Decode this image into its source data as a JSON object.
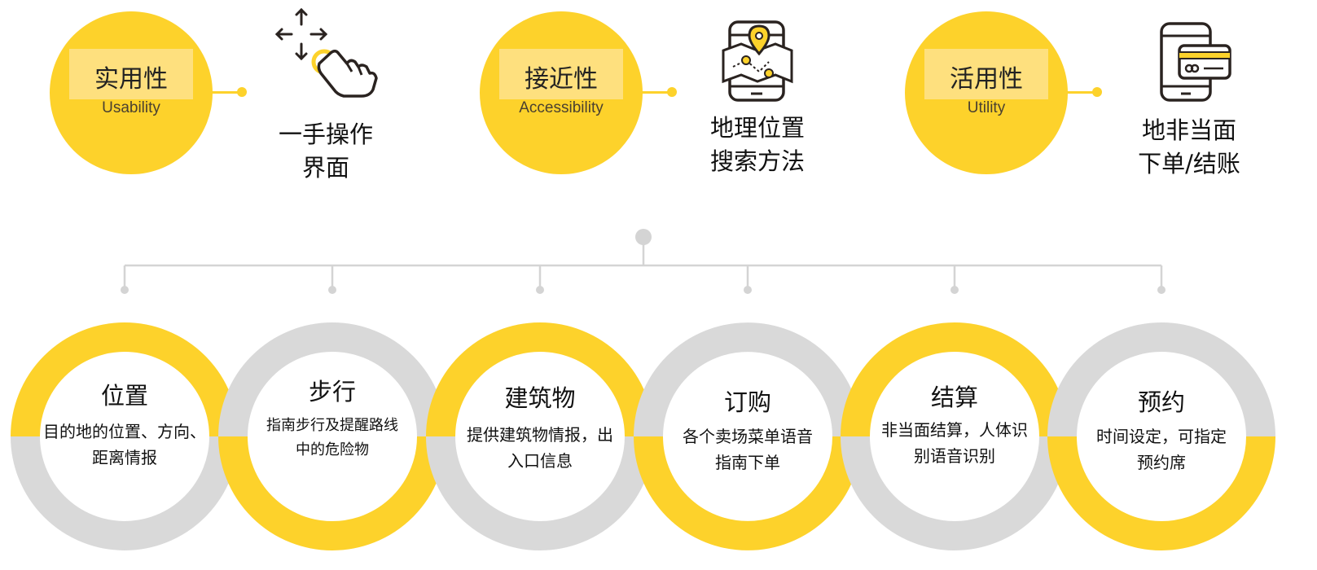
{
  "colors": {
    "accent": "#FDD22B",
    "accent_light": "#FEE07E",
    "gray": "#D9D9D9",
    "line": "#D4D4D4",
    "text": "#111111"
  },
  "top": [
    {
      "title": "实用性",
      "subtitle": "Usability",
      "icon": "touch-gesture-icon",
      "feature_lines": [
        "一手操作",
        "界面"
      ]
    },
    {
      "title": "接近性",
      "subtitle": "Accessibility",
      "icon": "map-pin-phone-icon",
      "feature_lines": [
        "地理位置",
        "搜索方法"
      ]
    },
    {
      "title": "活用性",
      "subtitle": "Utility",
      "icon": "phone-card-payment-icon",
      "feature_lines": [
        "地非当面",
        "下单/结账"
      ]
    }
  ],
  "rings": [
    {
      "title": "位置",
      "desc_lines": [
        "目的地的位置、方向、",
        "距离情报"
      ]
    },
    {
      "title": "步行",
      "desc_lines": [
        "指南步行及提醒路线",
        "中的危险物"
      ]
    },
    {
      "title": "建筑物",
      "desc_lines": [
        "提供建筑物情报，出",
        "入口信息"
      ]
    },
    {
      "title": "订购",
      "desc_lines": [
        "各个卖场菜单语音",
        "指南下单"
      ]
    },
    {
      "title": "结算",
      "desc_lines": [
        "非当面结算，人体识",
        "别语音识别"
      ]
    },
    {
      "title": "预约",
      "desc_lines": [
        "时间设定，可指定",
        "预约席"
      ]
    }
  ]
}
